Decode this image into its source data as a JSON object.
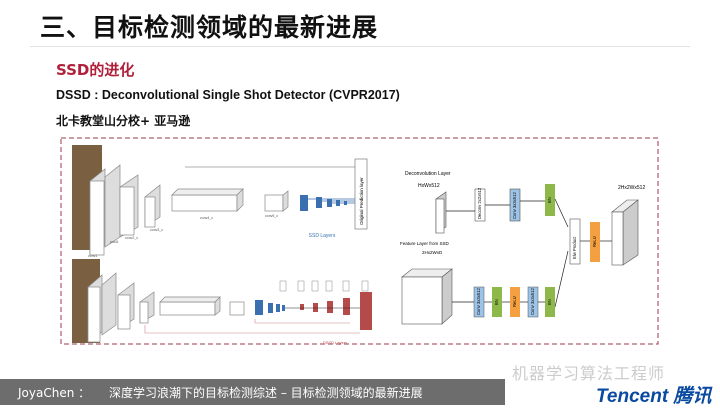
{
  "title": "三、目标检测领域的最新进展",
  "subtitle": "SSD的进化",
  "paper": "DSSD : Deconvolutional Single Shot Detector (CVPR2017)",
  "institutions": "北卡教堂山分校+ 亚马逊",
  "diagram": {
    "top": {
      "labels": [
        "conv1",
        "pool1",
        "conv2_x",
        "conv3_x",
        "conv4_x",
        "conv5_x"
      ],
      "ssd_layers": "SSD Layers",
      "prediction": "Original Prediction layer"
    },
    "bottom": {
      "dssd_layers": "DSSD Layers"
    },
    "module": {
      "deconv_title": "Deconvolution Layer",
      "deconv_size": "HxWx512",
      "feature_title": "Feature Layer from SSD",
      "feature_size": "2Hx2WxD",
      "out_size": "2Hx2Wx512",
      "deconv": "Deconv 2x2x512",
      "conv": "Conv 3x3x512",
      "bn": "BN",
      "relu": "ReLU",
      "elw": "Elw Product"
    },
    "colors": {
      "blue": "#9dc3e6",
      "green": "#8fb84b",
      "orange": "#f4a041",
      "red": "#b54a4a",
      "dash": "#9b3a4a"
    }
  },
  "footer": {
    "author": "JoyaChen ：",
    "text": "深度学习浪潮下的目标检测综述  –   目标检测领域的最新进展"
  },
  "watermark": "机器学习算法工程师",
  "logo": "Tencent 腾讯"
}
